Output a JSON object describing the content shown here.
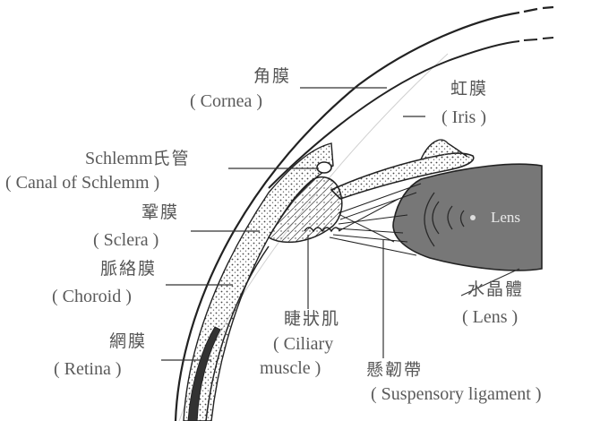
{
  "labels": {
    "cornea": {
      "cn": "角膜",
      "en": "( Cornea )"
    },
    "iris": {
      "cn": "虹膜",
      "en": "( Iris )"
    },
    "canal": {
      "cn_prefix": "Schlemm",
      "cn": "氏管",
      "en": "( Canal of Schlemm )"
    },
    "sclera": {
      "cn": "鞏膜",
      "en": "( Sclera )"
    },
    "choroid": {
      "cn": "脈絡膜",
      "en": "( Choroid )"
    },
    "lens": {
      "cn": "水晶體",
      "en": "( Lens )",
      "inner": "Lens"
    },
    "ciliary": {
      "cn": "睫狀肌",
      "en1": "( Ciliary",
      "en2": "muscle )"
    },
    "retina": {
      "cn": "網膜",
      "en": "( Retina )"
    },
    "suspensory": {
      "cn": "懸韌帶",
      "en": "( Suspensory ligament )"
    }
  }
}
